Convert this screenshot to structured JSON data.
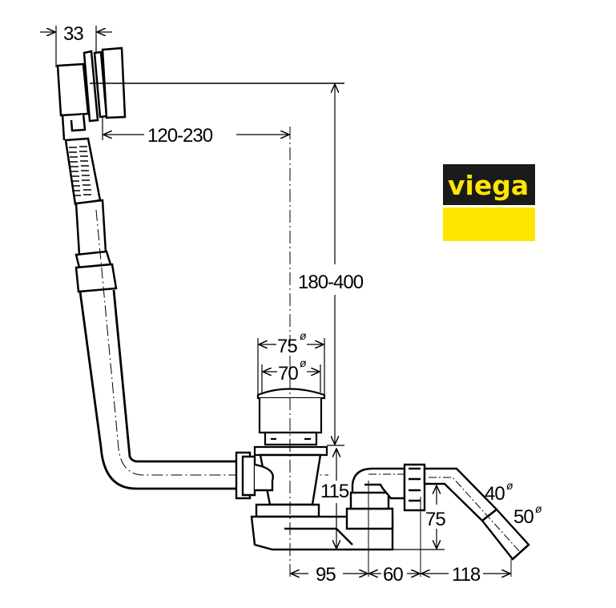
{
  "brand": {
    "name": "viega",
    "colors": {
      "logo_bg": "#1a1a1a",
      "logo_text": "#ffe600",
      "logo_bar": "#ffe600"
    }
  },
  "dimensions": {
    "overflow_depth": "33",
    "horizontal_reach": "120-230",
    "vertical_reach": "180-400",
    "plug_outer_diameter": "75",
    "plug_inner_diameter": "70",
    "trap_height": "115",
    "outlet_offset_height": "75",
    "outlet_diameter_small": "40",
    "outlet_diameter_large": "50",
    "spacing_a": "95",
    "spacing_b": "60",
    "spacing_c": "118",
    "diameter_symbol": "ø"
  },
  "colors": {
    "line": "#000000",
    "background": "#ffffff"
  }
}
